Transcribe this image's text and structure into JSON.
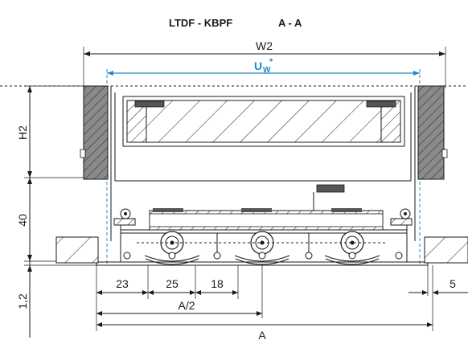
{
  "title": {
    "model": "LTDF - KBPF",
    "section": "A - A"
  },
  "dimensions": {
    "w2": "W2",
    "uw_main": "U",
    "uw_sub": "W",
    "uw_star": "*",
    "h2": "H2",
    "height_40": "40",
    "height_1_2": "1,2",
    "d23": "23",
    "d25": "25",
    "d18": "18",
    "d5": "5",
    "a_half": "A/2",
    "a": "A"
  },
  "colors": {
    "line": "#1a1a1a",
    "accent": "#1e88c8",
    "wall_fill": "#8a8a8a",
    "metal_fill": "#555555"
  }
}
